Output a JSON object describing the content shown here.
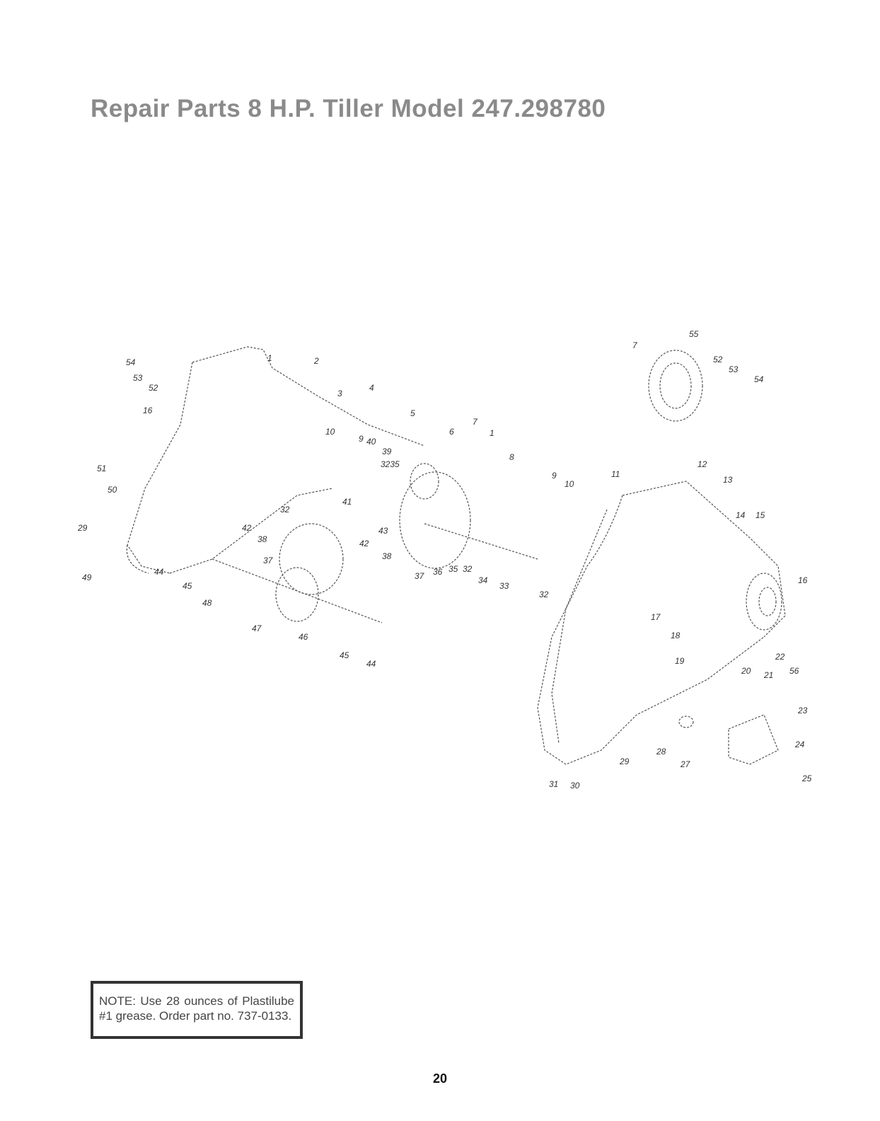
{
  "title": "Repair Parts 8 H.P. Tiller Model 247.298780",
  "note": "NOTE: Use 28 ounces of Plastilube #1 grease. Order part no. 737-0133.",
  "page_number": "20",
  "callouts": [
    {
      "id": "c54a",
      "text": "54"
    },
    {
      "id": "c53a",
      "text": "53"
    },
    {
      "id": "c52a",
      "text": "52"
    },
    {
      "id": "c16a",
      "text": "16"
    },
    {
      "id": "c1a",
      "text": "1"
    },
    {
      "id": "c2",
      "text": "2"
    },
    {
      "id": "c3",
      "text": "3"
    },
    {
      "id": "c4",
      "text": "4"
    },
    {
      "id": "c5",
      "text": "5"
    },
    {
      "id": "c7a",
      "text": "7"
    },
    {
      "id": "c6",
      "text": "6"
    },
    {
      "id": "c1b",
      "text": "1"
    },
    {
      "id": "c8",
      "text": "8"
    },
    {
      "id": "c10a",
      "text": "10"
    },
    {
      "id": "c9a",
      "text": "9"
    },
    {
      "id": "c40a",
      "text": "40"
    },
    {
      "id": "c39",
      "text": "39"
    },
    {
      "id": "c3235",
      "text": "3235"
    },
    {
      "id": "c41",
      "text": "41"
    },
    {
      "id": "c51",
      "text": "51"
    },
    {
      "id": "c50",
      "text": "50"
    },
    {
      "id": "c29a",
      "text": "29"
    },
    {
      "id": "c49",
      "text": "49"
    },
    {
      "id": "c44a",
      "text": "44"
    },
    {
      "id": "c45a",
      "text": "45"
    },
    {
      "id": "c48",
      "text": "48"
    },
    {
      "id": "c42a",
      "text": "42"
    },
    {
      "id": "c32a",
      "text": "32"
    },
    {
      "id": "c38a",
      "text": "38"
    },
    {
      "id": "c37a",
      "text": "37"
    },
    {
      "id": "c42b",
      "text": "42"
    },
    {
      "id": "c43",
      "text": "43"
    },
    {
      "id": "c38b",
      "text": "38"
    },
    {
      "id": "c47",
      "text": "47"
    },
    {
      "id": "c46",
      "text": "46"
    },
    {
      "id": "c45b",
      "text": "45"
    },
    {
      "id": "c44b",
      "text": "44"
    },
    {
      "id": "c37b",
      "text": "37"
    },
    {
      "id": "c36",
      "text": "36"
    },
    {
      "id": "c35",
      "text": "35"
    },
    {
      "id": "c32b",
      "text": "32"
    },
    {
      "id": "c34",
      "text": "34"
    },
    {
      "id": "c33",
      "text": "33"
    },
    {
      "id": "c9b",
      "text": "9"
    },
    {
      "id": "c10b",
      "text": "10"
    },
    {
      "id": "c11",
      "text": "11"
    },
    {
      "id": "c12",
      "text": "12"
    },
    {
      "id": "c13",
      "text": "13"
    },
    {
      "id": "c14",
      "text": "14"
    },
    {
      "id": "c15",
      "text": "15"
    },
    {
      "id": "c32c",
      "text": "32"
    },
    {
      "id": "c16b",
      "text": "16"
    },
    {
      "id": "c17",
      "text": "17"
    },
    {
      "id": "c18",
      "text": "18"
    },
    {
      "id": "c19",
      "text": "19"
    },
    {
      "id": "c20",
      "text": "20"
    },
    {
      "id": "c21",
      "text": "21"
    },
    {
      "id": "c22",
      "text": "22"
    },
    {
      "id": "c56",
      "text": "56"
    },
    {
      "id": "c23",
      "text": "23"
    },
    {
      "id": "c24",
      "text": "24"
    },
    {
      "id": "c25",
      "text": "25"
    },
    {
      "id": "c28",
      "text": "28"
    },
    {
      "id": "c27",
      "text": "27"
    },
    {
      "id": "c29b",
      "text": "29"
    },
    {
      "id": "c31",
      "text": "31"
    },
    {
      "id": "c30",
      "text": "30"
    },
    {
      "id": "c55",
      "text": "55"
    },
    {
      "id": "c7b",
      "text": "7"
    },
    {
      "id": "c52b",
      "text": "52"
    },
    {
      "id": "c53b",
      "text": "53"
    },
    {
      "id": "c54b",
      "text": "54"
    }
  ]
}
